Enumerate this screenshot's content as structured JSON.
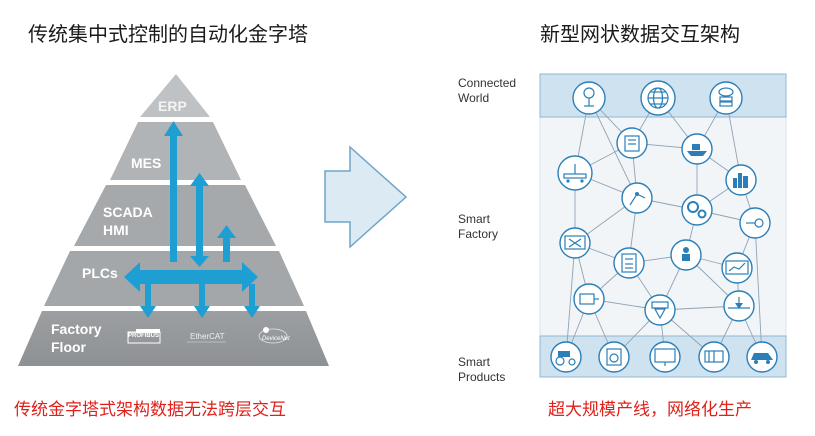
{
  "left": {
    "title": "传统集中式控制的自动化金字塔",
    "caption": "传统金字塔式架构数据无法跨层交互",
    "layers": [
      {
        "label": "ERP"
      },
      {
        "label": "MES"
      },
      {
        "label": "SCADA\nHMI"
      },
      {
        "label": "PLCs"
      },
      {
        "label": "Factory\nFloor"
      }
    ],
    "fieldbus_logos": [
      "PROFIBUS",
      "EtherCAT",
      "DeviceNet"
    ]
  },
  "right": {
    "title": "新型网状数据交互架构",
    "caption": "超大规模产线，网络化生产",
    "side_labels": [
      "Connected\nWorld",
      "Smart\nFactory",
      "Smart\nProducts"
    ]
  },
  "nodes": {
    "connected": [
      "cloud-network-icon",
      "globe-icon",
      "cloud-server-icon"
    ],
    "factory": [
      "factory-building-icon",
      "ship-icon",
      "conveyor-robot-icon",
      "city-icon",
      "robot-arm-icon",
      "gears-icon",
      "tools-icon",
      "steam-icon",
      "calculator-icon",
      "person-idea-icon",
      "chart-monitor-icon",
      "motor-icon",
      "filter-icon",
      "valve-icon"
    ],
    "products": [
      "tractor-icon",
      "washing-machine-icon",
      "monitor-icon",
      "engine-icon",
      "car-icon"
    ]
  },
  "colors": {
    "arrow_blue": "#1e9fd3",
    "layer_gray": "#a8abad",
    "node_blue": "#2a7fb8",
    "red_text": "#e0201b"
  }
}
